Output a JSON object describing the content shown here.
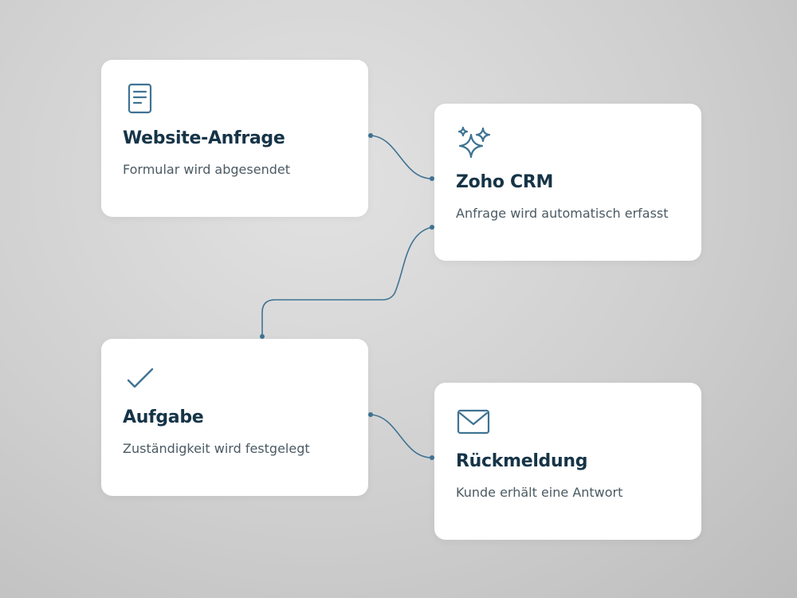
{
  "colors": {
    "accent": "#3f7393",
    "title": "#163447",
    "text": "#4b5a63",
    "card": "#ffffff"
  },
  "steps": [
    {
      "icon": "document-icon",
      "title": "Website-Anfrage",
      "description": "Formular wird abgesendet"
    },
    {
      "icon": "sparkles-icon",
      "title": "Zoho CRM",
      "description": "Anfrage wird automatisch erfasst"
    },
    {
      "icon": "checkmark-icon",
      "title": "Aufgabe",
      "description": "Zuständigkeit wird festgelegt"
    },
    {
      "icon": "envelope-icon",
      "title": "Rückmeldung",
      "description": "Kunde erhält eine Antwort"
    }
  ],
  "connections": [
    {
      "from": "Website-Anfrage",
      "to": "Zoho CRM"
    },
    {
      "from": "Zoho CRM",
      "to": "Aufgabe"
    },
    {
      "from": "Aufgabe",
      "to": "Rückmeldung"
    }
  ]
}
